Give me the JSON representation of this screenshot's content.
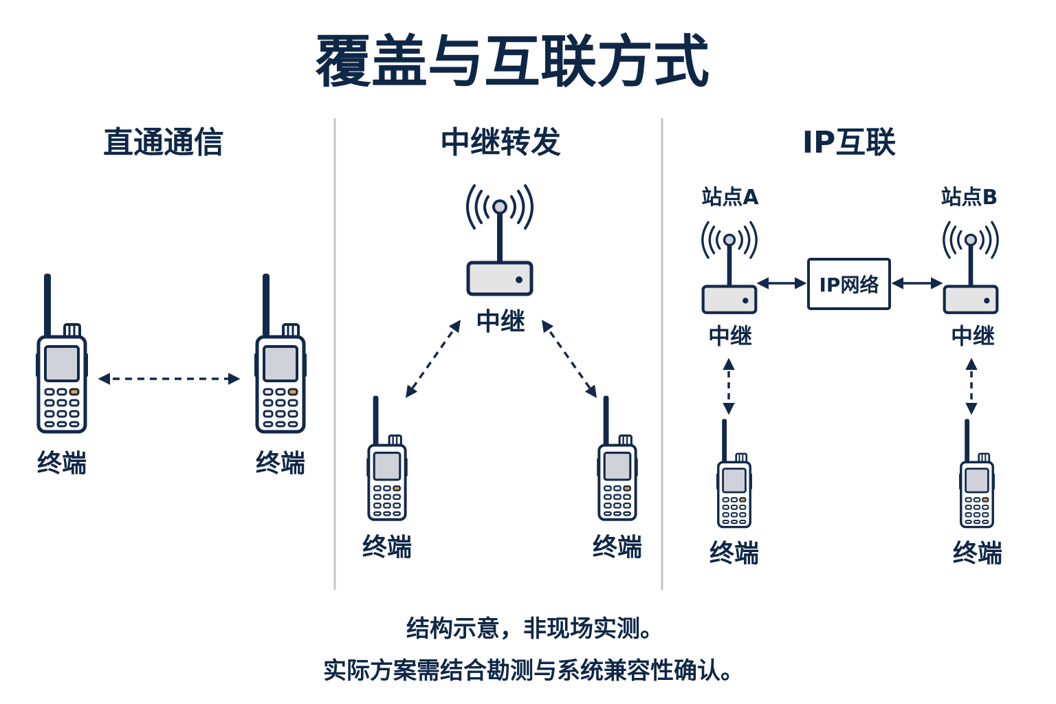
{
  "title": "覆盖与互联方式",
  "colors": {
    "navy": "#13294b",
    "divider": "#c4c4c4",
    "screen": "#cfd3d9",
    "body": "#ffffff",
    "device_grey": "#e4e4e4",
    "orange_key": "#e8a23a"
  },
  "sections": {
    "direct": {
      "heading": "直通通信",
      "left_label": "终端",
      "right_label": "终端"
    },
    "repeater": {
      "heading": "中继转发",
      "repeater_label": "中继",
      "left_label": "终端",
      "right_label": "终端"
    },
    "ip": {
      "heading": "IP互联",
      "site_a": "站点A",
      "site_b": "站点B",
      "network_label": "IP网络",
      "repeater_a_label": "中继",
      "repeater_b_label": "中继",
      "terminal_a_label": "终端",
      "terminal_b_label": "终端"
    }
  },
  "footer": {
    "line1": "结构示意，非现场实测。",
    "line2": "实际方案需结合勘测与系统兼容性确认。"
  },
  "icons": [
    "radio-handset-icon",
    "repeater-icon",
    "signal-waves-icon",
    "network-box-icon"
  ]
}
